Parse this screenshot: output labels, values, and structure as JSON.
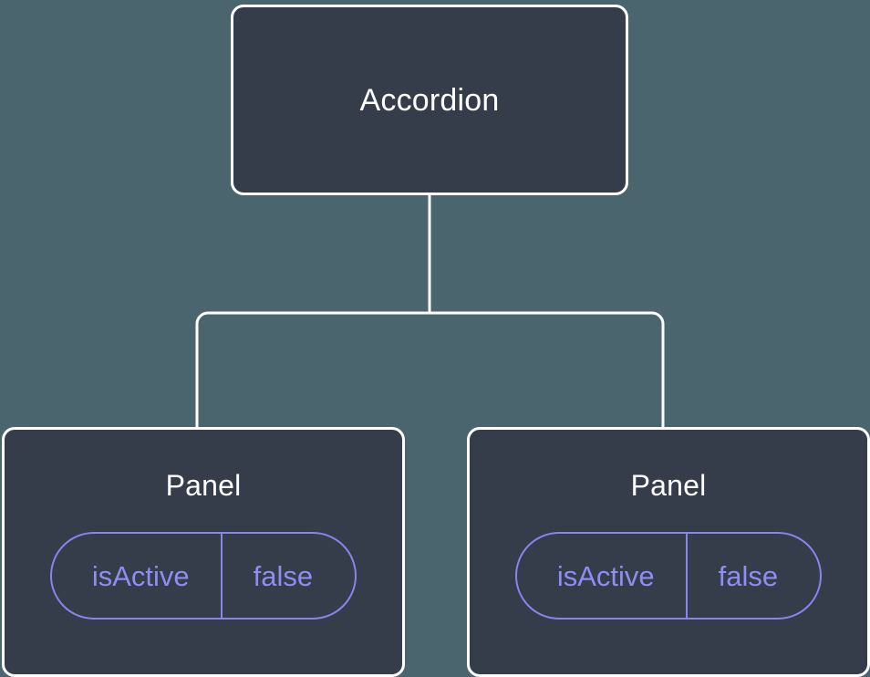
{
  "diagram": {
    "type": "component-tree",
    "background_color": "#4b656f",
    "node_fill_color": "#353c4a",
    "node_border_color": "#ffffff",
    "accent_color": "#8d8df2",
    "edge_color": "#ffffff",
    "root": {
      "title": "Accordion"
    },
    "children": [
      {
        "title": "Panel",
        "state": {
          "key": "isActive",
          "value": "false"
        }
      },
      {
        "title": "Panel",
        "state": {
          "key": "isActive",
          "value": "false"
        }
      }
    ]
  }
}
